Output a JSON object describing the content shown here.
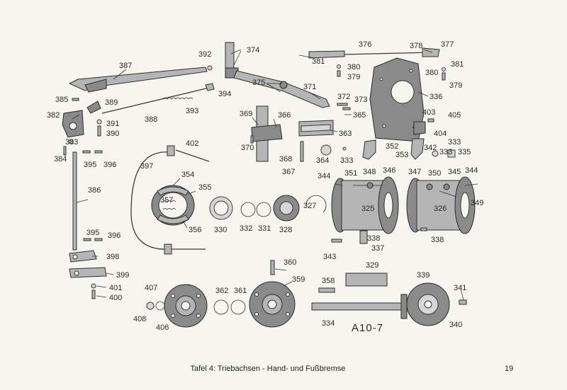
{
  "caption": "Tafel 4: Triebachsen - Hand- und Fußbremse",
  "page_number": "19",
  "plate_id": "A10-7",
  "part_numbers": [
    "387",
    "392",
    "374",
    "376",
    "378",
    "377",
    "381",
    "380",
    "379",
    "381",
    "380",
    "379",
    "385",
    "389",
    "375",
    "371",
    "372",
    "373",
    "336",
    "382",
    "391",
    "390",
    "388",
    "393",
    "394",
    "369",
    "366",
    "365",
    "403",
    "405",
    "383",
    "384",
    "370",
    "363",
    "404",
    "333",
    "395",
    "396",
    "397",
    "402",
    "368",
    "364",
    "352",
    "353",
    "342",
    "333",
    "335",
    "367",
    "333",
    "344",
    "351",
    "348",
    "346",
    "347",
    "350",
    "345",
    "344",
    "354",
    "355",
    "357",
    "386",
    "325",
    "326",
    "349",
    "356",
    "330",
    "332",
    "331",
    "328",
    "327",
    "338",
    "338",
    "395",
    "396",
    "343",
    "337",
    "398",
    "360",
    "329",
    "339",
    "399",
    "358",
    "401",
    "407",
    "362",
    "361",
    "359",
    "341",
    "400",
    "408",
    "406",
    "334",
    "340"
  ]
}
